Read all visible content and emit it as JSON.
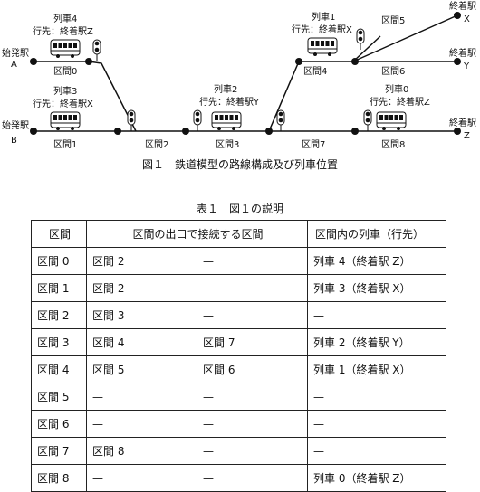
{
  "diagram": {
    "caption": "図１　鉄道模型の路線構成及び列車位置",
    "starts": [
      {
        "line1": "始発駅",
        "line2": "A"
      },
      {
        "line1": "始発駅",
        "line2": "B"
      }
    ],
    "ends": [
      {
        "line1": "終着駅",
        "line2": "X"
      },
      {
        "line1": "終着駅",
        "line2": "Y"
      },
      {
        "line1": "終着駅",
        "line2": "Z"
      }
    ],
    "sections": [
      "区間0",
      "区間1",
      "区間2",
      "区間3",
      "区間4",
      "区間5",
      "区間6",
      "区間7",
      "区間8"
    ],
    "trains": [
      {
        "name": "列車4",
        "dest": "行先：終着駅Z"
      },
      {
        "name": "列車3",
        "dest": "行先：終着駅X"
      },
      {
        "name": "列車2",
        "dest": "行先：終着駅Y"
      },
      {
        "name": "列車1",
        "dest": "行先：終着駅X"
      },
      {
        "name": "列車0",
        "dest": "行先：終着駅Z"
      }
    ]
  },
  "table": {
    "caption": "表１　図１の説明",
    "headers": [
      "区間",
      "区間の出口で接続する区間",
      "区間内の列車（行先）"
    ],
    "rows": [
      [
        "区間 0",
        "区間 2",
        "—",
        "列車 4（終着駅 Z）"
      ],
      [
        "区間 1",
        "区間 2",
        "—",
        "列車 3（終着駅 X）"
      ],
      [
        "区間 2",
        "区間 3",
        "—",
        "—"
      ],
      [
        "区間 3",
        "区間 4",
        "区間 7",
        "列車 2（終着駅 Y）"
      ],
      [
        "区間 4",
        "区間 5",
        "区間 6",
        "列車 1（終着駅 X）"
      ],
      [
        "区間 5",
        "—",
        "—",
        "—"
      ],
      [
        "区間 6",
        "—",
        "—",
        "—"
      ],
      [
        "区間 7",
        "区間 8",
        "—",
        "—"
      ],
      [
        "区間 8",
        "—",
        "—",
        "列車 0（終着駅 Z）"
      ]
    ]
  }
}
